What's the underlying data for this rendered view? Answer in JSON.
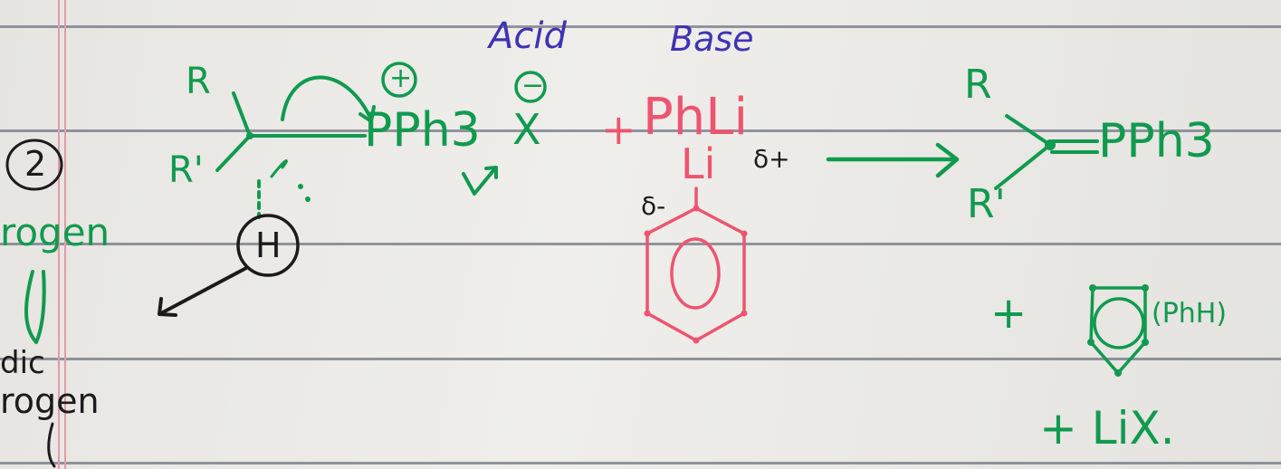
{
  "labels": {
    "acid": "Acid",
    "base": "Base",
    "step_number": "2",
    "margin_word_top": "rogen",
    "margin_word_mid": "dic",
    "margin_word_bottom": "rogen"
  },
  "reactant": {
    "r": "R",
    "r_prime": "R'",
    "hydrogen": "H",
    "plus_charge": "+",
    "phosphonium": "PPh3",
    "minus_charge": "−",
    "halide": "X"
  },
  "reagent": {
    "plus": "+",
    "formula": "PhLi",
    "li": "Li",
    "delta_plus": "δ+",
    "delta_minus": "δ-"
  },
  "products": {
    "r": "R",
    "r_prime": "R'",
    "ylide_group": "PPh3",
    "plus_benzene": "+",
    "benzene_label": "(PhH)",
    "lix": "+ LiX."
  },
  "colors": {
    "green_ink": "#109a4e",
    "purple_ink": "#3f33b4",
    "red_ink": "#ee5470",
    "black_ink": "#1b1b1b",
    "ruled_line": "#6f7684",
    "margin_line": "#e39aa8"
  }
}
